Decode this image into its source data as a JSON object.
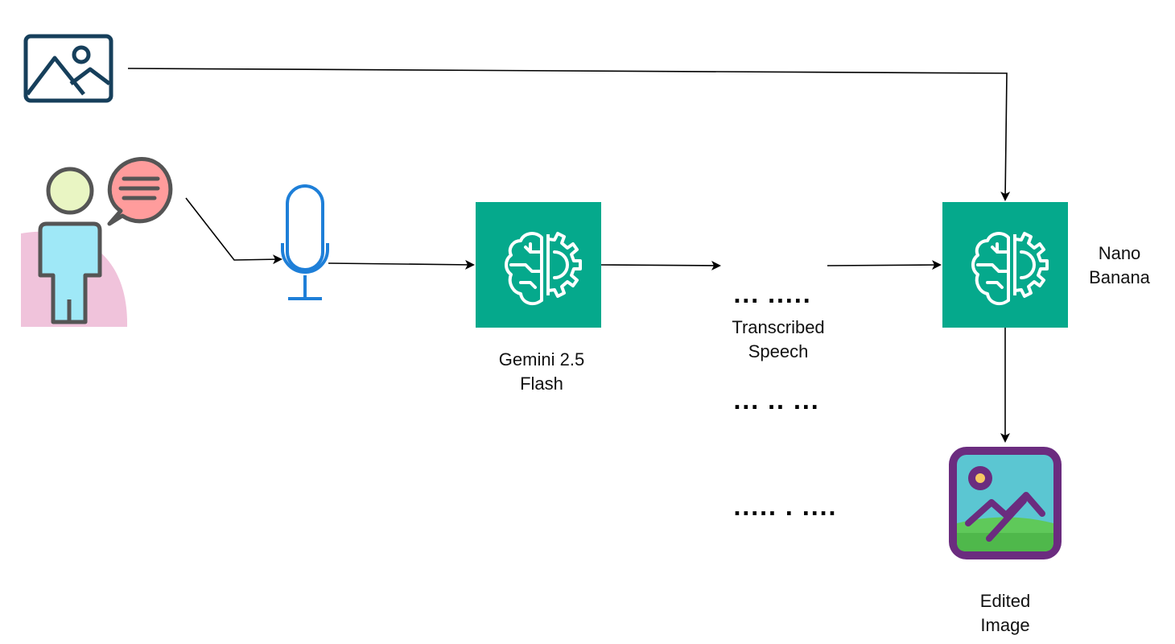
{
  "nodes": {
    "input_image": {
      "icon": "image-outline-icon"
    },
    "speaker": {
      "icon": "person-speaking-icon"
    },
    "microphone": {
      "icon": "microphone-icon"
    },
    "gemini": {
      "icon": "ai-brain-gear-icon",
      "label_line1": "Gemini 2.5",
      "label_line2": "Flash"
    },
    "transcript": {
      "lines": [
        "... .....",
        "... .. ...",
        "..... . ...."
      ],
      "label_line1": "Transcribed",
      "label_line2": "Speech"
    },
    "nano_banana": {
      "icon": "ai-brain-gear-icon",
      "label_line1": "Nano",
      "label_line2": "Banana"
    },
    "edited_image": {
      "icon": "picture-frame-icon",
      "label_line1": "Edited",
      "label_line2": "Image"
    }
  },
  "colors": {
    "ai_block": "#05A98C",
    "mic": "#1E7FD8",
    "image_outline": "#163F5B",
    "edited_frame": "#6B2C7F",
    "edited_sky": "#5BC6D2",
    "edited_grass": "#5FC95A",
    "speaker_body": "#9FE8F7",
    "speaker_head": "#E9F5C3",
    "speech_bubble": "#FF9C9C",
    "speaker_bg": "#F0C3DB"
  }
}
